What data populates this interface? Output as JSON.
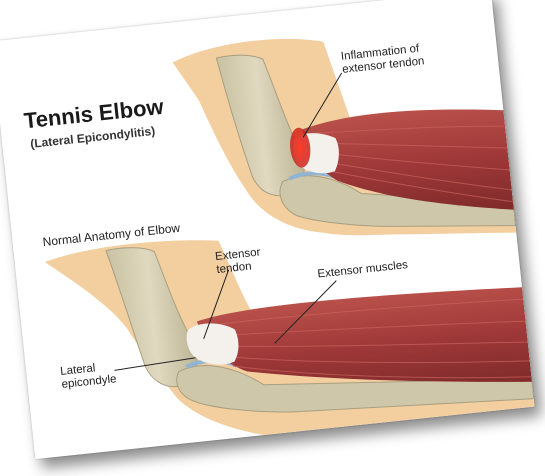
{
  "title": "Tennis Elbow",
  "subtitle": "(Lateral Epicondylitis)",
  "normal_heading": "Normal Anatomy of Elbow",
  "labels": {
    "inflammation_line1": "Inflammation of",
    "inflammation_line2": "extensor tendon",
    "extensor_tendon_line1": "Extensor",
    "extensor_tendon_line2": "tendon",
    "extensor_muscles": "Extensor muscles",
    "lateral_epicondyle_line1": "Lateral",
    "lateral_epicondyle_line2": "epicondyle"
  },
  "colors": {
    "skin": "#f3cfa0",
    "bone": "#d6cfb4",
    "muscle": "#9e3838",
    "tendon": "#f4f1ec",
    "inflammation": "#e2231a",
    "cartilage": "#8fb4d4"
  }
}
